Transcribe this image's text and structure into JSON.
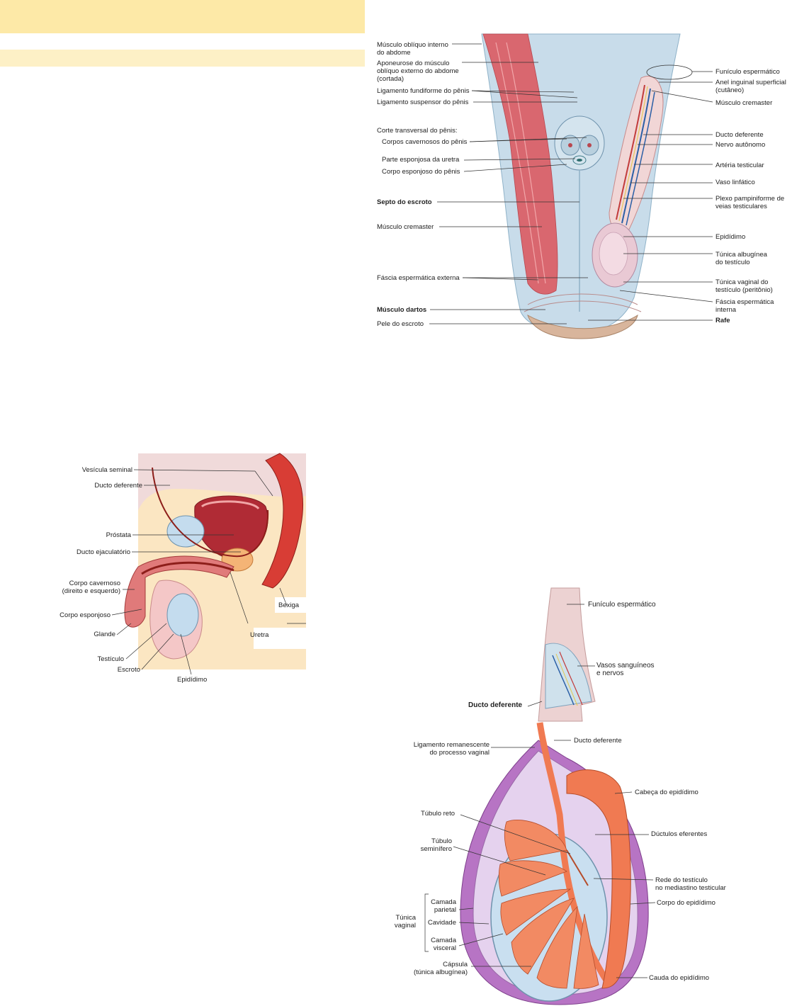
{
  "fig1": {
    "left": [
      {
        "text": "Músculo oblíquo interno\ndo abdome",
        "bold": false
      },
      {
        "text": "Aponeurose do músculo\noblíquo externo do abdome\n(cortada)",
        "bold": false
      },
      {
        "text": "Ligamento fundiforme do pênis",
        "bold": false
      },
      {
        "text": "Ligamento suspensor do pênis",
        "bold": false
      },
      {
        "text": "Corte transversal do pênis:",
        "bold": false
      },
      {
        "text": "Corpos cavernosos do pênis",
        "bold": false
      },
      {
        "text": "Parte esponjosa da uretra",
        "bold": false
      },
      {
        "text": "Corpo esponjoso do pênis",
        "bold": false
      },
      {
        "text": "Septo do escroto",
        "bold": true
      },
      {
        "text": "Músculo cremaster",
        "bold": false
      },
      {
        "text": "Fáscia espermática externa",
        "bold": false
      },
      {
        "text": "Músculo dartos",
        "bold": true
      },
      {
        "text": "Pele do escroto",
        "bold": false
      }
    ],
    "right": [
      {
        "text": "Funículo espermático",
        "bold": false
      },
      {
        "text": "Anel inguinal superficial\n(cutâneo)",
        "bold": false
      },
      {
        "text": "Músculo cremaster",
        "bold": false
      },
      {
        "text": "Ducto deferente",
        "bold": false
      },
      {
        "text": "Nervo autônomo",
        "bold": false
      },
      {
        "text": "Artéria testicular",
        "bold": false
      },
      {
        "text": "Vaso linfático",
        "bold": false
      },
      {
        "text": "Plexo pampiniforme de\nveias testiculares",
        "bold": false
      },
      {
        "text": "Epidídimo",
        "bold": false
      },
      {
        "text": "Túnica albugínea\ndo testículo",
        "bold": false
      },
      {
        "text": "Túnica vaginal do\ntestículo (peritônio)",
        "bold": false
      },
      {
        "text": "Fáscia espermática\ninterna",
        "bold": false
      },
      {
        "text": "Rafe",
        "bold": true
      }
    ]
  },
  "fig2": {
    "labels": [
      "Vesícula seminal",
      "Ducto deferente",
      "Próstata",
      "Ducto ejaculatório",
      "Corpo cavernoso\n(direito e esquerdo)",
      "Corpo esponjoso",
      "Glande",
      "Testículo",
      "Escroto",
      "Epidídimo",
      "Uretra",
      "Bexiga"
    ]
  },
  "fig3": {
    "labels": [
      "Funículo espermático",
      "Vasos sanguíneos\ne nervos",
      "Ducto deferente",
      "Ligamento remanescente\ndo processo vaginal",
      "Ducto deferente",
      "Cabeça do epidídimo",
      "Túbulo reto",
      "Dúctulos eferentes",
      "Túbulo\nseminífero",
      "Rede do testículo\nno mediastino testicular",
      "Camada\nparietal",
      "Corpo do epidídimo",
      "Túnica\nvaginal",
      "Cavidade",
      "Camada\nvisceral",
      "Cápsula\n(túnica albugínea)",
      "Cauda do epidídimo"
    ]
  },
  "colors": {
    "band": "#fde9a7",
    "band_light": "#fdf0c6",
    "muscle": "#d9676f",
    "fascia": "#a9cbe0",
    "epididymis_orange": "#f07a52",
    "tunica_purple": "#b774c4"
  }
}
